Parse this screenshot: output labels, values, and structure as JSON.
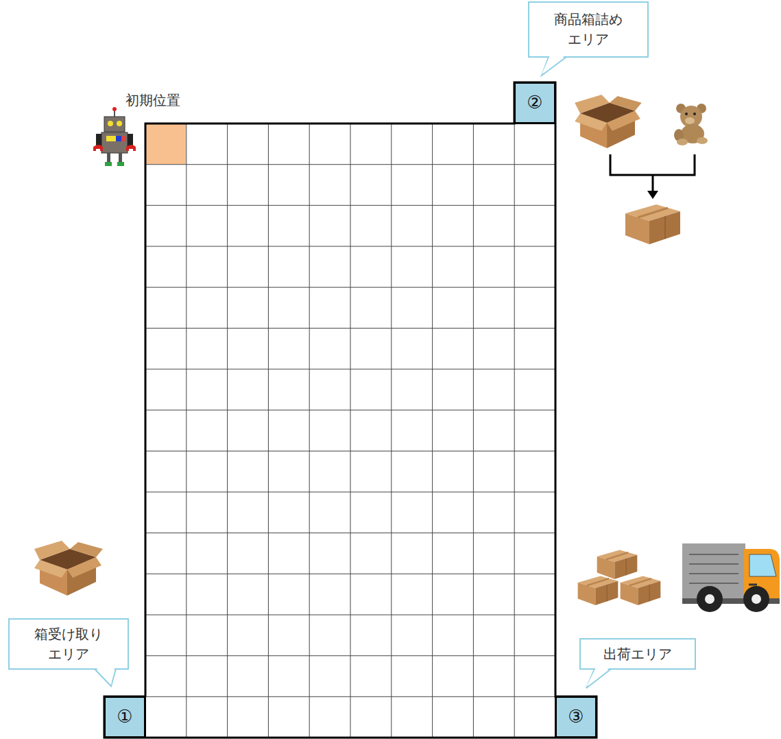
{
  "diagram": {
    "nodes": [
      {
        "text": [
          "商品箱詰め エリア"
        ]
      },
      {
        "text": [
          "②"
        ]
      },
      {
        "text": [
          "箱受け取り エリア"
        ]
      },
      {
        "text": [
          "出荷エリア"
        ]
      },
      {
        "text": [
          "①"
        ]
      },
      {
        "text": [
          "③"
        ]
      }
    ],
    "labels": [
      "初期位置"
    ]
  }
}
